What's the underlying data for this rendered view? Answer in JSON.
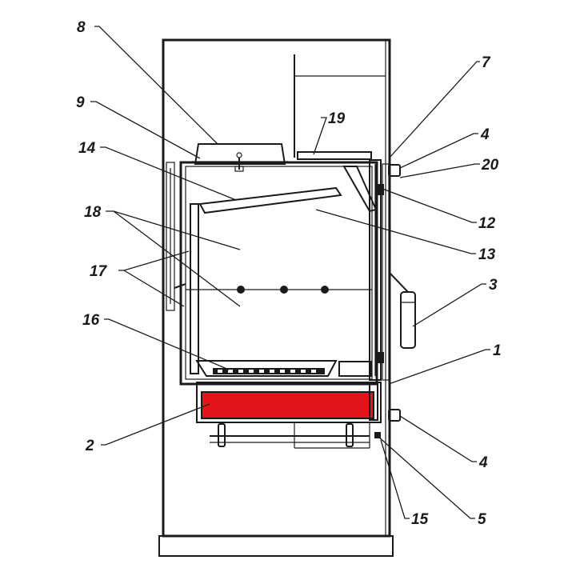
{
  "diagram": {
    "colors": {
      "ash_pan": "#e3151a",
      "stroke": "#1a1a1a",
      "fill_light": "#f2f2f2"
    },
    "labels": {
      "l1": "1",
      "l2": "2",
      "l3": "3",
      "l4a": "4",
      "l4b": "4",
      "l5": "5",
      "l7": "7",
      "l8": "8",
      "l9": "9",
      "l12": "12",
      "l13": "13",
      "l14": "14",
      "l15": "15",
      "l16": "16",
      "l17": "17",
      "l18": "18",
      "l19": "19",
      "l20": "20"
    }
  }
}
